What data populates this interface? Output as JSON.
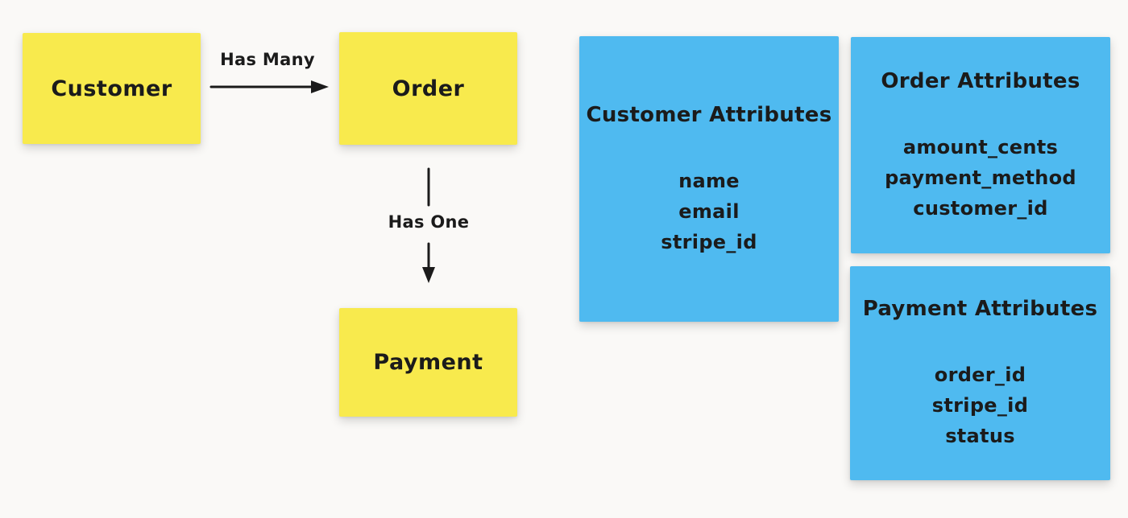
{
  "colors": {
    "background": "#FAF9F7",
    "entity_note": "#F8EA4D",
    "attribute_note": "#4FBAF0",
    "ink": "#1B1B1B"
  },
  "entities": [
    {
      "label": "Customer"
    },
    {
      "label": "Order"
    },
    {
      "label": "Payment"
    }
  ],
  "relationships": [
    {
      "from": "Customer",
      "to": "Order",
      "label": "Has Many",
      "direction": "right"
    },
    {
      "from": "Order",
      "to": "Payment",
      "label": "Has One",
      "direction": "down"
    }
  ],
  "attribute_notes": [
    {
      "title": "Customer Attributes",
      "attributes": [
        "name",
        "email",
        "stripe_id"
      ]
    },
    {
      "title": "Order Attributes",
      "attributes": [
        "amount_cents",
        "payment_method",
        "customer_id"
      ]
    },
    {
      "title": "Payment Attributes",
      "attributes": [
        "order_id",
        "stripe_id",
        "status"
      ]
    }
  ]
}
